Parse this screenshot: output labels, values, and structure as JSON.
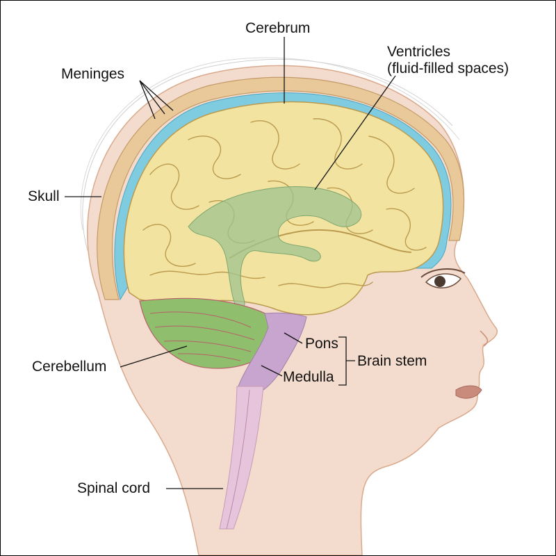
{
  "labels": {
    "cerebrum": "Cerebrum",
    "ventricles_line1": "Ventricles",
    "ventricles_line2": "(fluid-filled spaces)",
    "meninges": "Meninges",
    "skull": "Skull",
    "pons": "Pons",
    "brain_stem": "Brain stem",
    "medulla": "Medulla",
    "cerebellum": "Cerebellum",
    "spinal_cord": "Spinal cord"
  },
  "colors": {
    "skin": "#f3dccd",
    "skin_shadow": "#e3bfa8",
    "skull": "#e9c999",
    "csf": "#7fcce0",
    "cerebrum": "#f3e3a0",
    "cerebrum_line": "#b99a4e",
    "cerebellum": "#8fbf6c",
    "brainstem": "#c8a5cf",
    "ventricles": "#9fc48f",
    "leader": "#111111"
  }
}
